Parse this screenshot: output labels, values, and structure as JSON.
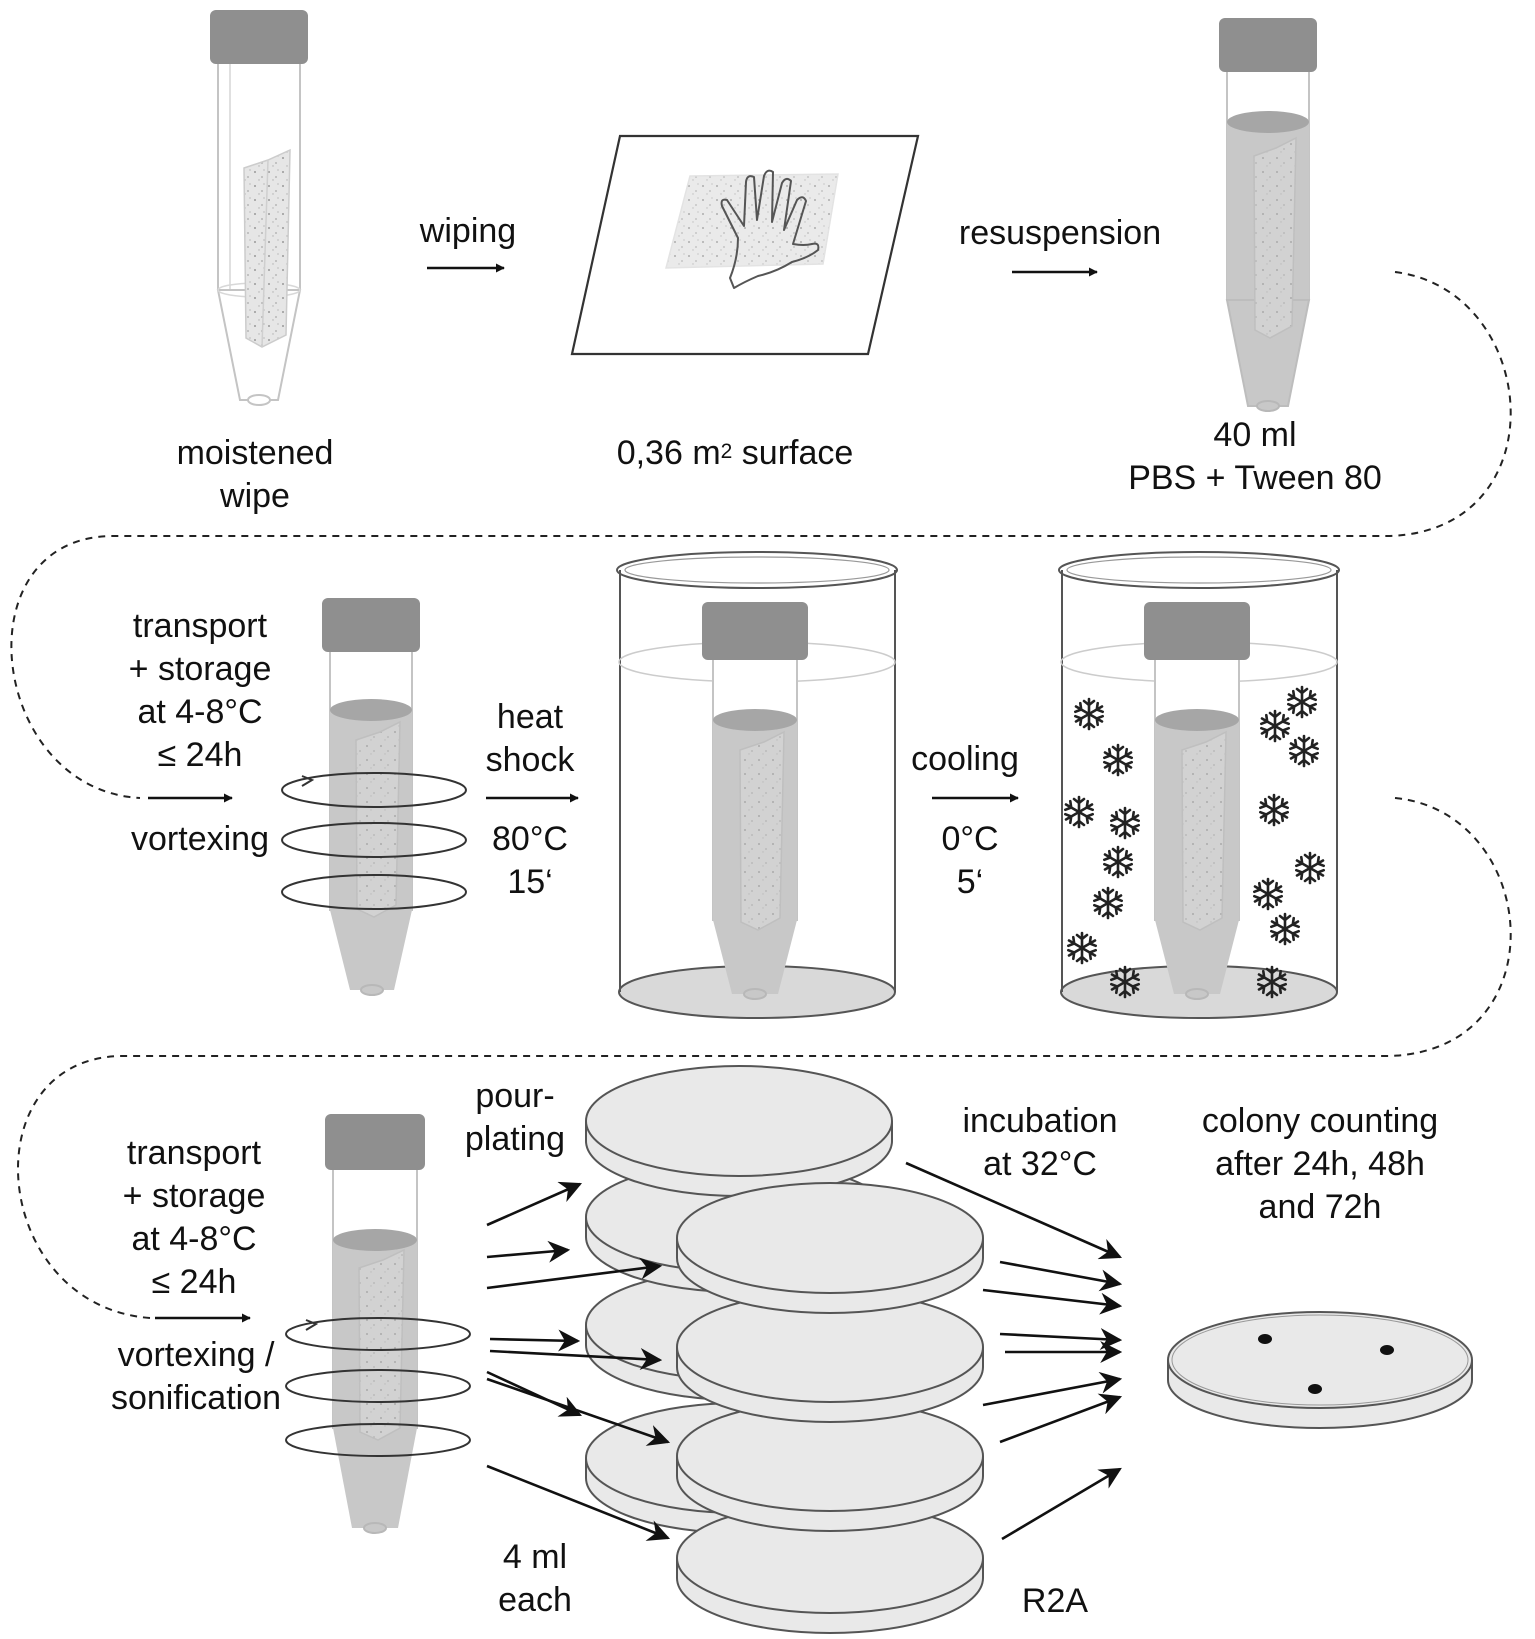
{
  "colors": {
    "cap": "#8f8f8f",
    "liquid": "#c8c8c8",
    "tube_outline": "#b0b0b0",
    "plate_fill": "#e9e9e9",
    "plate_stroke": "#555555",
    "ink": "#111111"
  },
  "icons": [
    "tube-icon",
    "hand-print-icon",
    "water-bath-icon",
    "snowflake-icon",
    "petri-dish-icon",
    "arrow-icon",
    "vortex-ring-icon"
  ],
  "row1": {
    "wipe_label": [
      "moistened",
      "wipe"
    ],
    "wiping_label": "wiping",
    "surface_label": "0,36 m",
    "surface_exp": "2",
    "surface_suffix": " surface",
    "resuspension_label": "resuspension",
    "volume_label": [
      "40 ml",
      "PBS + Tween 80"
    ]
  },
  "row2": {
    "transport_label": [
      "transport",
      "+ storage",
      "at 4-8°C",
      "≤ 24h"
    ],
    "vortexing_label": "vortexing",
    "heat_label": [
      "heat",
      "shock"
    ],
    "heat_params": [
      "80°C",
      "15‘"
    ],
    "cooling_label": "cooling",
    "cooling_params": [
      "0°C",
      "5‘"
    ]
  },
  "row3": {
    "transport_label": [
      "transport",
      "+ storage",
      "at 4-8°C",
      "≤ 24h"
    ],
    "vortex_label": [
      "vortexing /",
      "sonification"
    ],
    "pour_label": [
      "pour-",
      "plating"
    ],
    "volume_label": [
      "4 ml",
      "each"
    ],
    "incubation_label": [
      "incubation",
      "at 32°C"
    ],
    "colony_label": [
      "colony counting",
      "after 24h, 48h",
      "and 72h"
    ],
    "medium_label": "R2A"
  }
}
